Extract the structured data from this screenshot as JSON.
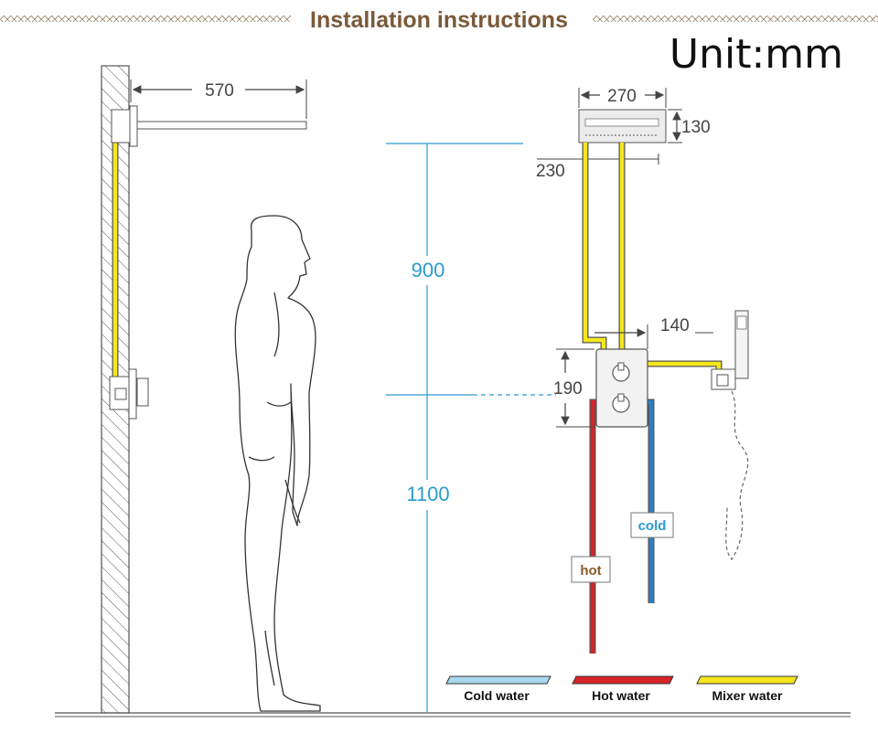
{
  "header": {
    "title": "Installation instructions",
    "decoration": "◇◇◇◇◇◇◇◇◇◇◇◇◇◇◇◇◇◇◇◇◇◇◇◇◇◇◇◇◇◇◇◇◇◇◇◇◇◇◇◇◇◇◇◇◇◇◇◇◇◇"
  },
  "unit_label": "Unit:mm",
  "dimensions": {
    "arm_length": "570",
    "head_width": "270",
    "head_height": "130",
    "head_depth": "230",
    "head_to_valve": "900",
    "valve_to_floor": "1100",
    "valve_height": "190",
    "valve_to_handshower": "140"
  },
  "pipe_tags": {
    "hot": "hot",
    "cold": "cold"
  },
  "legend": [
    {
      "label": "Cold water",
      "color": "#a8d8f0"
    },
    {
      "label": "Hot water",
      "color": "#d8232a"
    },
    {
      "label": "Mixer water",
      "color": "#f5e61c"
    }
  ],
  "colors": {
    "title": "#7a5a3a",
    "dimension_blue": "#2a9bd0",
    "hot_pipe": "#d8232a",
    "cold_pipe": "#2f7ec1",
    "mixer_pipe": "#f5e61c"
  }
}
